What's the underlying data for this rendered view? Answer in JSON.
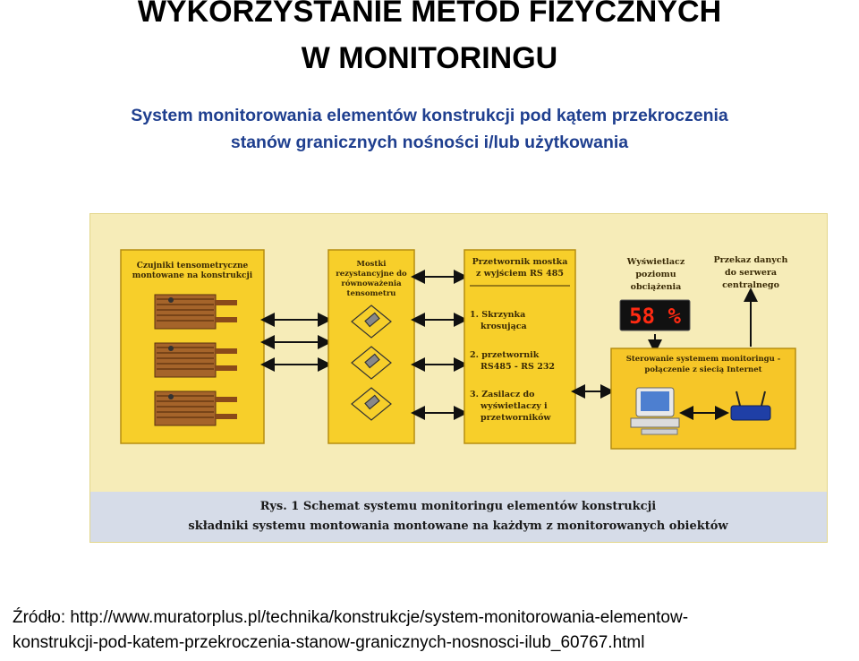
{
  "header": {
    "title_line1": "WYKORZYSTANIE  METOD  FIZYCZNYCH",
    "title_line2": "W  MONITORINGU"
  },
  "subtitle": {
    "line1": "System monitorowania elementów konstrukcji pod kątem przekroczenia",
    "line2": "stanów granicznych nośności i/lub użytkowania"
  },
  "figure": {
    "box1_title_l1": "Czujniki tensometryczne",
    "box1_title_l2": "montowane na konstrukcji",
    "box2_title_l1": "Mostki",
    "box2_title_l2": "rezystancyjne do",
    "box2_title_l3": "równoważenia",
    "box2_title_l4": "tensometru",
    "box3_title_l1": "Przetwornik mostka",
    "box3_title_l2": "z wyjściem RS 485",
    "box3_item1_l1": "1. Skrzynka",
    "box3_item1_l2": "krosująca",
    "box3_item2_l1": "2. przetwornik",
    "box3_item2_l2": "RS485 - RS 232",
    "box3_item3_l1": "3. Zasilacz do",
    "box3_item3_l2": "wyświetlaczy i",
    "box3_item3_l3": "przetworników",
    "display_label_l1": "Wyświetlacz",
    "display_label_l2": "poziomu",
    "display_label_l3": "obciążenia",
    "display_value": "58 %",
    "transfer_label_l1": "Przekaz danych",
    "transfer_label_l2": "do serwera",
    "transfer_label_l3": "centralnego",
    "control_label_l1": "Sterowanie systemem monitoringu -",
    "control_label_l2": "połączenie z siecią Internet",
    "caption_l1": "Rys. 1 Schemat systemu monitoringu elementów konstrukcji",
    "caption_l2": "składniki systemu montowania montowane na każdym z monitorowanych obiektów"
  },
  "source": {
    "line1": "Źródło: http://www.muratorplus.pl/technika/konstrukcje/system-monitorowania-elementow-",
    "line2": "konstrukcji-pod-katem-przekroczenia-stanow-granicznych-nosnosci-ilub_60767.html"
  },
  "colors": {
    "box_yellow": "#f7cf2a",
    "panel_yellow": "#f6c628",
    "caption_band": "#d6dce8",
    "display_red": "#ff2a12",
    "subtitle_blue": "#1f3f8f"
  }
}
